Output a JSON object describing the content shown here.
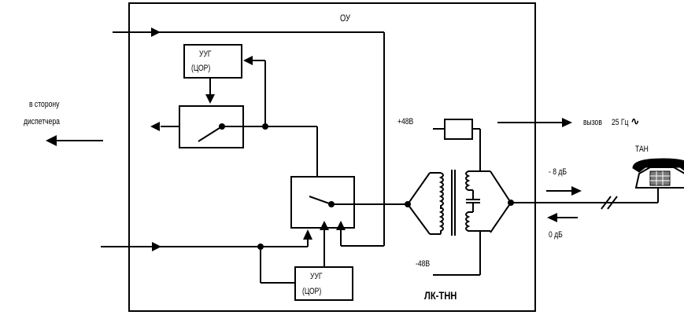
{
  "labels": {
    "ou": "ОУ",
    "uug_top_line1": "УУГ",
    "uug_top_line2": "(ЦОР)",
    "uug_bottom_line1": "УУГ",
    "uug_bottom_line2": "(ЦОР)",
    "dispatcher_line1": "в сторону",
    "dispatcher_line2": "диспетчера",
    "plus48": "+48В",
    "minus48": "-48В",
    "call": "вызов",
    "freq": "25 Гц",
    "tan": "ТАН",
    "minus8": "- 8 дБ",
    "zero_db": "0 дБ",
    "block_name": "ЛК-ТНН"
  },
  "symbols": {
    "ac": "∿"
  },
  "colors": {
    "line": "#000000",
    "background": "#ffffff",
    "phone_screen": "#7a7a7a"
  },
  "icons": {
    "phone": "telephone-icon"
  }
}
